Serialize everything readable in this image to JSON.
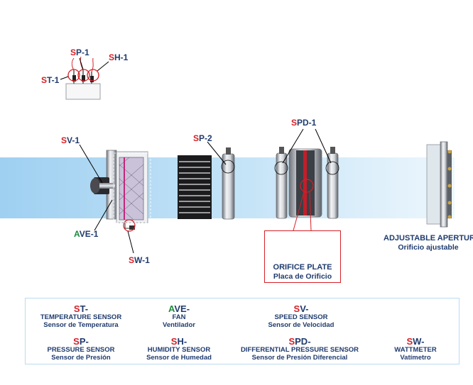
{
  "labels": {
    "st1": {
      "pre": "S",
      "suf": "T-1"
    },
    "sp1": {
      "pre": "S",
      "suf": "P-1"
    },
    "sh1": {
      "pre": "S",
      "suf": "H-1"
    },
    "sv1": {
      "pre": "S",
      "suf": "V-1"
    },
    "ave1": {
      "pre": "A",
      "suf": "VE-1"
    },
    "sw1": {
      "pre": "S",
      "suf": "W-1"
    },
    "sp2": {
      "pre": "S",
      "suf": "P-2"
    },
    "spd1": {
      "pre": "S",
      "suf": "PD-1"
    }
  },
  "orifice": {
    "title": "ORIFICE PLATE",
    "subtitle": "Placa de Orificio"
  },
  "aperture": {
    "title": "ADJUSTABLE APERTURE",
    "subtitle": "Orificio ajustable"
  },
  "legend": [
    {
      "pre": "S",
      "suf": "T-",
      "en": "TEMPERATURE SENSOR",
      "es": "Sensor de Temperatura"
    },
    {
      "pre": "A",
      "suf": "VE-",
      "en": "FAN",
      "es": "Ventilador"
    },
    {
      "pre": "S",
      "suf": "V-",
      "en": "SPEED SENSOR",
      "es": "Sensor de Velocidad"
    },
    {
      "pre": "S",
      "suf": "P-",
      "en": "PRESSURE SENSOR",
      "es": "Sensor de Presión"
    },
    {
      "pre": "S",
      "suf": "H-",
      "en": "HUMIDITY SENSOR",
      "es": "Sensor de Humedad"
    },
    {
      "pre": "S",
      "suf": "PD-",
      "en": "DIFFERENTIAL PRESSURE SENSOR",
      "es": "Sensor de Presión Diferencial"
    },
    {
      "pre": "S",
      "suf": "W-",
      "en": "WATTMETER",
      "es": "Vatímetro"
    }
  ],
  "colors": {
    "accent_red": "#d62027",
    "accent_green": "#1c8a3c",
    "text_navy": "#1f3b6e",
    "duct_blue": "#a9d4f2"
  }
}
